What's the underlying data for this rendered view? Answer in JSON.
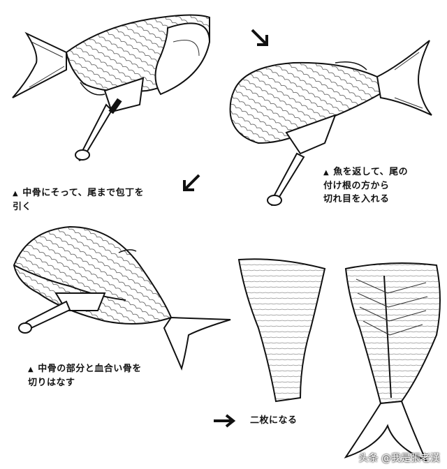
{
  "steps": [
    {
      "marker": "▲",
      "text": "中骨にそって、尾まで包丁を\n引く"
    },
    {
      "marker": "▲",
      "text": "魚を返して、尾の\n付け根の方から\n切れ目を入れる"
    },
    {
      "marker": "▲",
      "text": "中骨の部分と血合い骨を\n切りはなす"
    }
  ],
  "result": {
    "text": "二枚になる"
  },
  "watermark": "头条 @我是張老漢"
}
